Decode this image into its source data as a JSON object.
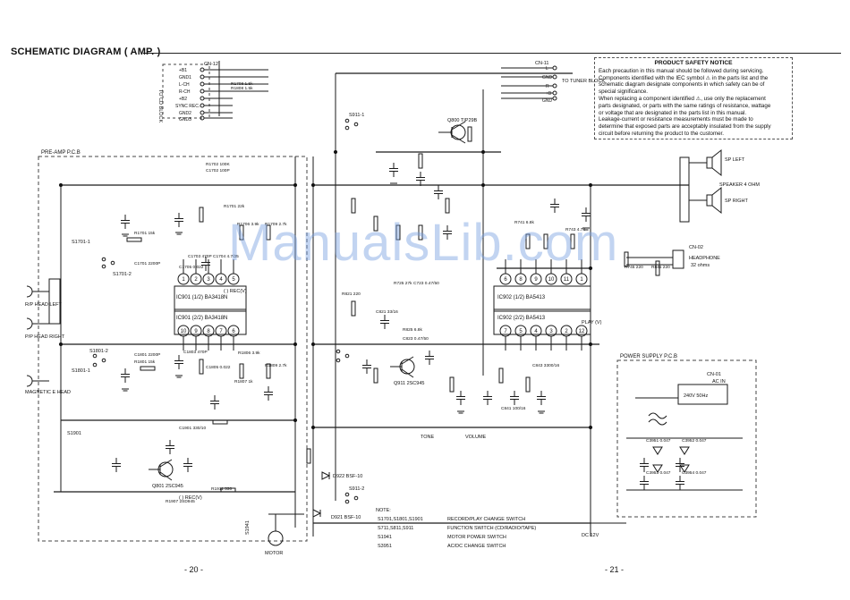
{
  "title": "SCHEMATIC DIAGRAM ( AMP. )",
  "page_left": "- 20 -",
  "page_right": "- 21 -",
  "watermark": "ManualsLib.com",
  "safety_notice": {
    "heading": "PRODUCT SAFETY NOTICE",
    "lines": [
      "Each precaution in this manual should be followed during servicing.",
      "Components identified with the IEC symbol ⚠ in the parts list and the",
      "schematic diagram designate components in which safety can be of",
      "special significance.",
      "When replacing a component identified ⚠, use only the replacement",
      "parts designated, or parts with the same ratings of resistance, wattage",
      "or voltage that are designated in the parts list in this manual.",
      "Leakage-current or resistance measurements must be made to",
      "determine that exposed parts are acceptably insulated from the supply",
      "circuit before returning the product to the customer."
    ]
  },
  "labels": {
    "preamp_pcb": "PRE-AMP P.C.B",
    "power_pcb": "POWER SUPPLY P.C.B",
    "cn12": "CN-12",
    "cn11": "CN-11",
    "to_tuner": "TO TUNER BLOCK",
    "to_cd": "TO CD BLOCK",
    "cn02": "CN-02",
    "headphone": "HEADPHONE",
    "headphone_ohm": "32 ohms",
    "cn01": "CN-01",
    "ac_in": "AC IN",
    "ac_rating": "240V 50Hz",
    "sp_left": "SP LEFT",
    "speaker": "SPEAKER 4 OHM",
    "sp_right": "SP RIGHT",
    "pb_head_left": "R/P HEAD LEFT",
    "pb_head_right": "P/P HEAD RIGHT",
    "erase_head": "MAGNETIC E HEAD",
    "ic901a": "IC901 (1/2) BA3418N",
    "ic901b": "IC901 (2/2) BA3418N",
    "ic902a": "IC902 (1/2) BA5413",
    "ic902b": "IC902 (2/2) BA5413",
    "tone": "TONE",
    "volume": "VOLUME",
    "motor": "MOTOR",
    "dc12": "DC 12V",
    "q801": "Q801 2SC945",
    "q800": "Q800 TIP29B",
    "q911": "Q911 2SC945",
    "play_tv": "PLAY (V)",
    "rec_v": "( ) REC(V)",
    "rec_v2": "( ) REC(V)",
    "s911": "S911-1",
    "s911b": "S911-2",
    "d921": "D921 BSF-10",
    "d922": "D922 BSF-10",
    "s1701": "S1701-1",
    "s1701b": "S1701-2",
    "s1801": "S1801-2",
    "s1801b": "S1801-1",
    "s1901": "S1901",
    "s1941": "S1941",
    "cn12_pins": [
      "+B1",
      "GND1",
      "L-CH",
      "R-CH",
      "+B2",
      "SYNC REC.",
      "GND2",
      "GND3"
    ],
    "cn11_pins": [
      "L",
      "GND",
      "R",
      "+B",
      "GND"
    ],
    "ic_pins_top": [
      "1",
      "2",
      "3",
      "4",
      "5"
    ],
    "ic_pins_bot": [
      "10",
      "9",
      "8",
      "7",
      "6"
    ],
    "ic902_top": [
      "6",
      "8",
      "9",
      "10",
      "11",
      "1"
    ],
    "ic902_bot": [
      "7",
      "5",
      "4",
      "3",
      "2",
      "12"
    ]
  },
  "note": {
    "heading": "NOTE:",
    "rows": [
      {
        "code": "S1701,S1801,S1901",
        "desc": "RECORD/PLAY CHANGE SWITCH"
      },
      {
        "code": "S711,S811,S911",
        "desc": "FUNCTION SWITCH (CD/RADIO/TAPE)"
      },
      {
        "code": "S1941",
        "desc": "MOTOR POWER SWITCH"
      },
      {
        "code": "S3951",
        "desc": "AC/DC CHANGE SWITCH"
      }
    ]
  },
  "parts": [
    "R1702 100K",
    "C1702 100P",
    "R1701 15k",
    "C1701 2200P",
    "C1703 470P",
    "C1704 4.7/25",
    "R1708 1.5k",
    "R1808 1.5k",
    "R1701 22k",
    "C1705 0.022",
    "R1706 3.9k",
    "R1709 2.7k",
    "R1801 15k",
    "C1801 2200P",
    "C1803 470P",
    "C1805 0.022",
    "R1806 3.9k",
    "R1809 2.7k",
    "R1807 1k",
    "C1901 330/10",
    "R1911 330",
    "R1907 2SD945",
    "R821 220",
    "C821 33/16",
    "R825 6.8k",
    "C823 0.47/50",
    "R725 27k",
    "C723 0.47/50",
    "R741 6.8k",
    "R743 4.7k",
    "R745 220",
    "R845 220",
    "C841 100/16",
    "C843 3300/16",
    "C3951 0.047",
    "C3952 0.047",
    "C3953 0.047",
    "C3954 0.047"
  ]
}
